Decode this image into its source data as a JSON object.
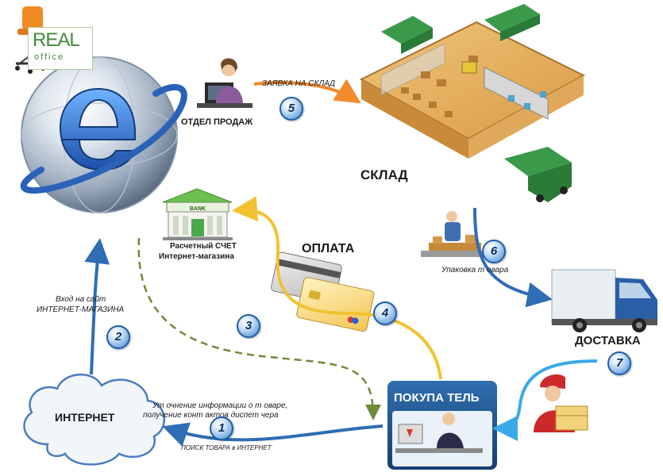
{
  "logo": {
    "line1": "REAL",
    "line2": "office"
  },
  "labels": {
    "sales_dept": "ОТДЕЛ ПРОДАЖ",
    "warehouse_request": "ЗАЯВКА НА СКЛАД",
    "warehouse": "СКЛАД",
    "account_line1": "Расчетный СЧЕТ",
    "account_line2": "Интернет-магазина",
    "payment": "ОПЛАТА",
    "packing": "Упаковка т овара",
    "delivery": "ДОСТАВКА",
    "site_entry_line1": "Вход на сайт",
    "site_entry_line2": "ИНТЕРНЕТ-МАГАЗИНА",
    "internet": "ИНТЕРНЕТ",
    "info_line1": "Ут очнение информации о т оваре,",
    "info_line2": "получение конт актов диспет чера",
    "search": "ПОИСК ТОВАРА в ИНТЕРНЕТ",
    "buyer": "ПОКУПА ТЕЛЬ",
    "bank_sign": "BANK"
  },
  "steps": [
    "1",
    "2",
    "3",
    "4",
    "5",
    "6",
    "7"
  ],
  "colors": {
    "flow_blue": "#2f6db5",
    "flow_orange": "#f28a2e",
    "flow_yellow": "#f2c230",
    "flow_cyan": "#3aa9e8",
    "flow_green_dashed": "#6e8a3a",
    "buyer_panel": "#1e5a93",
    "truck_green": "#3a9a4a",
    "van_blue": "#2a5fa8"
  }
}
